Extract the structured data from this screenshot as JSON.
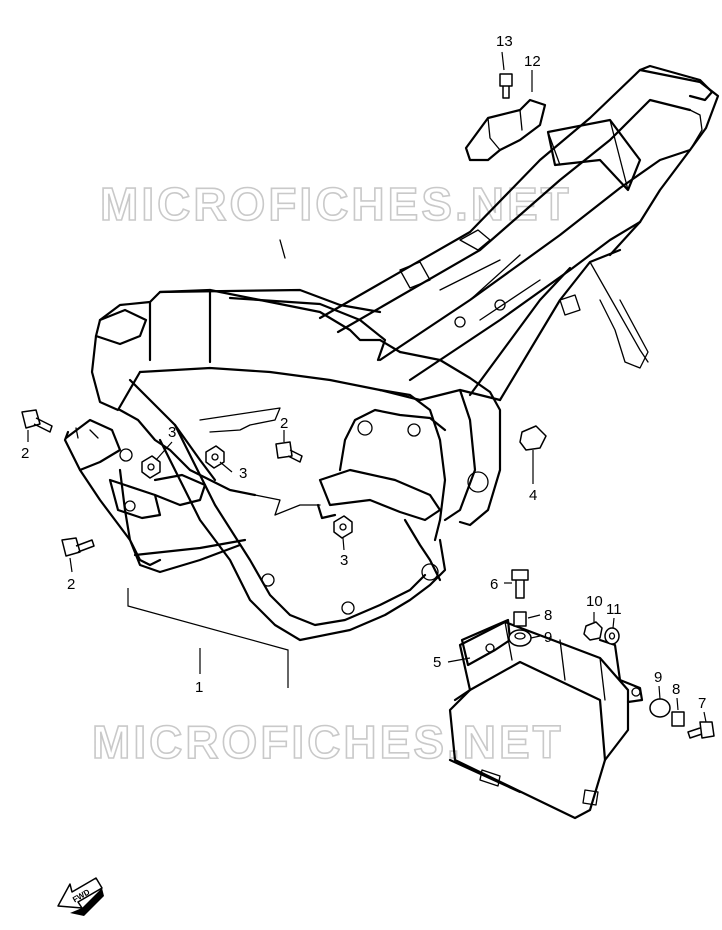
{
  "watermark": {
    "top_text": "MICROFICHES.NET",
    "bottom_text": "MICROFICHES.NET"
  },
  "callouts": {
    "frame": "1",
    "bolt_left_upper": "2",
    "bolt_left_lower": "2",
    "bolt_center": "2",
    "nut_left": "3",
    "nut_center": "3",
    "nut_lower": "3",
    "cap": "4",
    "battery_holder": "5",
    "bolt_holder": "6",
    "bolt_right": "7",
    "collar_upper": "8",
    "collar_right": "8",
    "cushion_upper": "9",
    "cushion_right": "9",
    "nut_holder": "10",
    "washer_holder": "11",
    "bracket_rear": "12",
    "bolt_rear": "13"
  },
  "fwd_label": "FWD",
  "icons": {
    "fwd": "fwd-arrow-icon"
  }
}
